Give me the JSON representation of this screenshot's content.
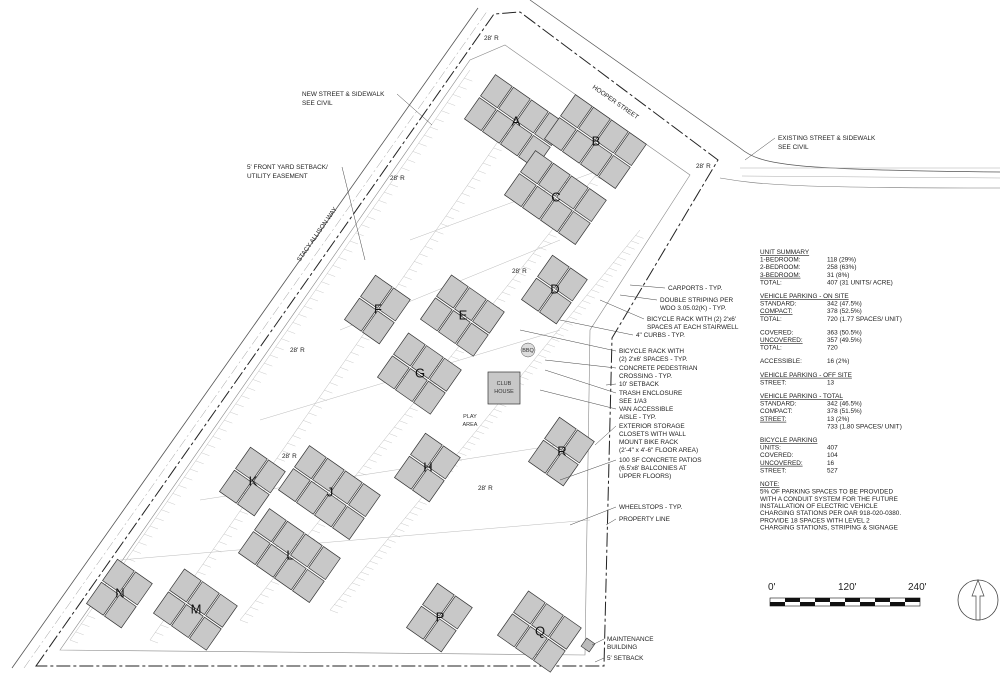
{
  "streets": {
    "west": "STACY ALLISON WAY",
    "north": "HOOPER STREET"
  },
  "radius_labels": [
    "28' R",
    "28' R",
    "28' R",
    "28' R",
    "28' R",
    "28' R",
    "28' R"
  ],
  "buildings": [
    "A",
    "B",
    "C",
    "D",
    "E",
    "F",
    "G",
    "H",
    "J",
    "K",
    "L",
    "M",
    "N",
    "P",
    "Q",
    "R"
  ],
  "amenities": {
    "club_house": [
      "CLUB",
      "HOUSE"
    ],
    "play_area": [
      "PLAY",
      "AREA"
    ],
    "bbq": "BBQ"
  },
  "callouts": {
    "new_street": [
      "NEW STREET & SIDEWALK",
      "SEE CIVIL"
    ],
    "front_setback": [
      "5' FRONT YARD SETBACK/",
      "UTILITY EASEMENT"
    ],
    "existing_street": [
      "EXISTING STREET & SIDEWALK",
      "SEE CIVIL"
    ],
    "carports": [
      "CARPORTS - TYP."
    ],
    "double_striping": [
      "DOUBLE STRIPING PER",
      "WDO 3.05.02(K) - TYP."
    ],
    "bike_rack_stair": [
      "BICYCLE RACK WITH (2) 2'x6'",
      "SPACES AT EACH STAIRWELL"
    ],
    "curbs": [
      "4\" CURBS - TYP."
    ],
    "bike_rack": [
      "BICYCLE RACK WITH",
      "(2) 2'x6' SPACES - TYP."
    ],
    "ped_crossing": [
      "CONCRETE PEDESTRIAN",
      "CROSSING - TYP."
    ],
    "setback_10": [
      "10' SETBACK"
    ],
    "trash": [
      "TRASH ENCLOSURE",
      "SEE 1/A3"
    ],
    "van": [
      "VAN ACCESSIBLE",
      "AISLE - TYP."
    ],
    "storage": [
      "EXTERIOR STORAGE",
      "CLOSETS WITH WALL",
      "MOUNT BIKE RACK",
      "(2'-4\" x 4'-6\" FLOOR AREA)"
    ],
    "patios": [
      "100 SF CONCRETE PATIOS",
      "(6.5'x8' BALCONIES AT",
      "UPPER FLOORS)"
    ],
    "wheelstops": [
      "WHEELSTOPS - TYP."
    ],
    "property_line": [
      "PROPERTY LINE"
    ],
    "maintenance": [
      "MAINTENANCE",
      "BUILDING"
    ],
    "setback_5": [
      "5' SETBACK"
    ]
  },
  "summary": [
    {
      "title": "UNIT SUMMARY",
      "rows": [
        {
          "label": "1-BEDROOM:",
          "value": "118 (29%)"
        },
        {
          "label": "2-BEDROOM:",
          "value": "258 (63%)"
        },
        {
          "label": "3-BEDROOM:",
          "value": "31 (8%)",
          "underline": true
        },
        {
          "label": "TOTAL:",
          "value": "407 (31 UNITS/ ACRE)"
        }
      ]
    },
    {
      "title": "VEHICLE PARKING - ON SITE",
      "rows": [
        {
          "label": "STANDARD:",
          "value": "342 (47.5%)"
        },
        {
          "label": "COMPACT:",
          "value": "378 (52.5%)",
          "underline": true
        },
        {
          "label": "TOTAL:",
          "value": "720 (1.77 SPACES/ UNIT)"
        },
        {
          "gap": true
        },
        {
          "label": "COVERED:",
          "value": "363 (50.5%)"
        },
        {
          "label": "UNCOVERED:",
          "value": "357 (49.5%)",
          "underline": true
        },
        {
          "label": "TOTAL:",
          "value": "720"
        },
        {
          "gap": true
        },
        {
          "label": "ACCESSIBLE:",
          "value": "16 (2%)"
        }
      ]
    },
    {
      "title": "VEHICLE PARKING - OFF SITE",
      "rows": [
        {
          "label": "STREET:",
          "value": "13"
        }
      ]
    },
    {
      "title": "VEHICLE PARKING - TOTAL",
      "rows": [
        {
          "label": "STANDARD:",
          "value": "342 (46.5%)"
        },
        {
          "label": "COMPACT:",
          "value": "378 (51.5%)"
        },
        {
          "label": "STREET:",
          "value": "13 (2%)",
          "underline": true
        },
        {
          "label": "",
          "value": "733 (1.80 SPACES/ UNIT)"
        }
      ]
    },
    {
      "title": "BICYCLE PARKING",
      "rows": [
        {
          "label": "UNITS:",
          "value": "407"
        },
        {
          "label": "COVERED:",
          "value": "104"
        },
        {
          "label": "UNCOVERED:",
          "value": "16",
          "underline": true
        },
        {
          "label": "STREET:",
          "value": "527"
        }
      ]
    },
    {
      "title": "NOTE:",
      "note": [
        "5% OF PARKING SPACES TO BE PROVIDED",
        "WITH A CONDUIT SYSTEM FOR THE FUTURE",
        "INSTALLATION OF ELECTRIC VEHICLE",
        "CHARGING STATIONS PER OAR 918-020-0380.",
        "PROVIDE 18 SPACES WITH LEVEL 2",
        "CHARGING STATIONS, STRIPING & SIGNAGE"
      ]
    }
  ],
  "scale_bar": {
    "labels": [
      "0'",
      "120'",
      "240'"
    ]
  },
  "colors": {
    "building": "#c8c8c8",
    "line": "#333333",
    "faint": "#bbbbbb"
  }
}
